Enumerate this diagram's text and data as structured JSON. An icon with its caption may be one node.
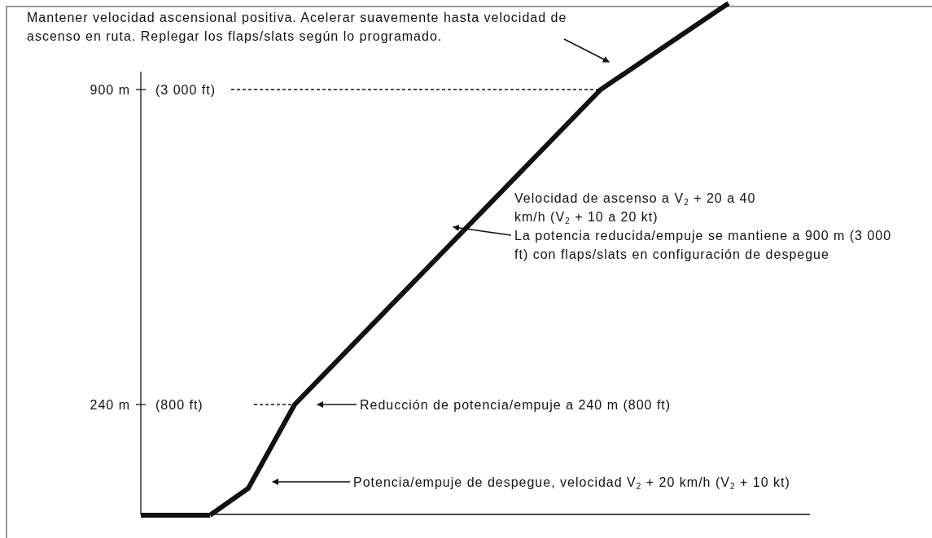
{
  "diagram": {
    "nodes": [
      {
        "text": [
          "Mantener velocidad ascensional positiva. Acelerar suavemente hasta velocidad de ascenso en ruta. Replegar los flaps/slats según lo programado."
        ]
      },
      {
        "text": [
          "Velocidad de ascenso a V$_{2}$ + 20 a 40 km/h (V$_{2}$ + 10 a 20 kt)",
          "La potencia reducida/empuje se mantiene a 900 m (3 000 ft) con flaps/slats en configuración de despegue"
        ]
      },
      {
        "text": [
          "Reducción de potencia/empuje a 240 m (800 ft)"
        ]
      },
      {
        "text": [
          "Potencia/empuje de despegue, velocidad V$_{2}$ + 20 km/h (V$_{2}$ + 10 kt)"
        ]
      }
    ],
    "edges": [
      {
        "from": 0,
        "to": null,
        "arrow": "to"
      },
      {
        "from": 1,
        "to": null,
        "arrow": "to"
      },
      {
        "from": 2,
        "to": null,
        "arrow": "to"
      },
      {
        "from": 3,
        "to": null,
        "arrow": "to"
      }
    ],
    "labels": [
      "900 m",
      "(3 000 ft)",
      "240 m",
      "(800 ft)"
    ]
  }
}
